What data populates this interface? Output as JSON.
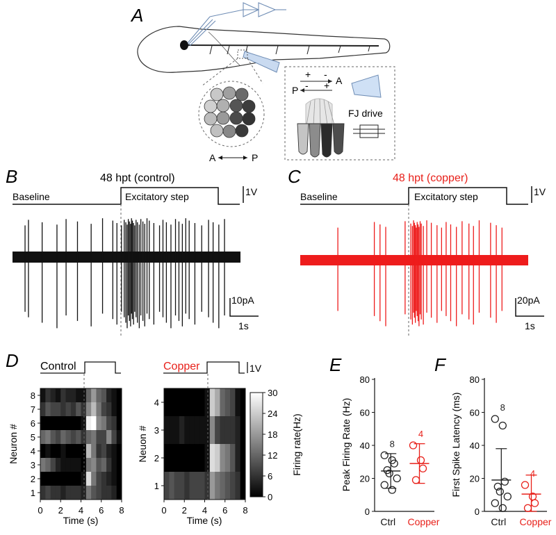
{
  "panels": {
    "A": {
      "label": "A",
      "inset_axis_left": "A",
      "inset_axis_right": "P",
      "schematic_pa_top_left": "+",
      "schematic_pa_top_right": "-",
      "schematic_pa_a": "A",
      "schematic_pa_p": "P",
      "schematic_pa_bottom_left": "-",
      "schematic_pa_bottom_right": "+",
      "drive_label": "FJ drive"
    },
    "B": {
      "label": "B",
      "title": "48 hpt (control)",
      "baseline_label": "Baseline",
      "step_label": "Excitatory step",
      "voltage_scale": "1V",
      "current_scale": "10pA",
      "time_scale": "1s",
      "trace_color": "#111111",
      "spikes": [
        0.055,
        0.07,
        0.13,
        0.195,
        0.235,
        0.285,
        0.345,
        0.395,
        0.44,
        0.458,
        0.478,
        0.49,
        0.497,
        0.503,
        0.508,
        0.513,
        0.518,
        0.522,
        0.526,
        0.531,
        0.536,
        0.542,
        0.548,
        0.556,
        0.563,
        0.572,
        0.58,
        0.59,
        0.6,
        0.62,
        0.645,
        0.66,
        0.675,
        0.695,
        0.715,
        0.73,
        0.745,
        0.76,
        0.775,
        0.8,
        0.83,
        0.86,
        0.88,
        0.905,
        0.93
      ]
    },
    "C": {
      "label": "C",
      "title": "48 hpt (copper)",
      "title_color": "#e8201a",
      "baseline_label": "Baseline",
      "step_label": "Excitatory step",
      "voltage_scale": "1V",
      "current_scale": "20pA",
      "time_scale": "1s",
      "trace_color": "#ee1c1c",
      "spikes": [
        0.165,
        0.325,
        0.35,
        0.375,
        0.46,
        0.485,
        0.492,
        0.497,
        0.501,
        0.505,
        0.509,
        0.513,
        0.517,
        0.521,
        0.526,
        0.531,
        0.54,
        0.555,
        0.575,
        0.6,
        0.62,
        0.64,
        0.66,
        0.685,
        0.71,
        0.74,
        0.76,
        0.785,
        0.835,
        0.86,
        0.885
      ]
    },
    "D": {
      "label": "D",
      "control_label": "Control",
      "copper_label": "Copper",
      "copper_color": "#e8201a",
      "voltage_scale": "1V",
      "ylabel_control": "Neuron #",
      "ylabel_copper": "Neuon #",
      "xlabel": "Time (s)",
      "colorbar_label": "Firing rate(Hz)",
      "colorbar_ticks": [
        "30",
        "24",
        "18",
        "12",
        "6",
        "0"
      ],
      "x_ticks": [
        "0",
        "2",
        "4",
        "6",
        "8"
      ],
      "control_neuron_ticks": [
        "8",
        "7",
        "6",
        "5",
        "4",
        "3",
        "2",
        "1"
      ],
      "copper_neuron_ticks": [
        "4",
        "3",
        "2",
        "1"
      ]
    },
    "E": {
      "label": "E",
      "ylabel": "Peak Firing Rate (Hz)",
      "y_ticks": [
        "80",
        "60",
        "40",
        "20",
        "0"
      ],
      "categories": [
        "Ctrl",
        "Copper"
      ],
      "n_labels": [
        "8",
        "4"
      ]
    },
    "F": {
      "label": "F",
      "ylabel": "First Spike Latency (ms)",
      "y_ticks": [
        "80",
        "60",
        "40",
        "20",
        "0"
      ],
      "categories": [
        "Ctrl",
        "Copper"
      ],
      "n_labels": [
        "8",
        "4"
      ]
    }
  },
  "chart_data": [
    {
      "type": "heatmap",
      "title": "Control",
      "xlabel": "Time (s)",
      "ylabel": "Neuron #",
      "xlim": [
        0,
        8
      ],
      "colorbar_range": [
        0,
        30
      ],
      "colorbar_label": "Firing rate(Hz)",
      "bin_width_s": 0.5,
      "rows": [
        {
          "neuron": 8,
          "values": [
            2,
            6,
            4,
            2,
            6,
            4,
            4,
            2,
            2,
            12,
            18,
            12,
            10,
            4,
            2,
            0
          ]
        },
        {
          "neuron": 7,
          "values": [
            6,
            10,
            8,
            8,
            6,
            8,
            6,
            10,
            6,
            16,
            22,
            14,
            8,
            6,
            2,
            0
          ]
        },
        {
          "neuron": 6,
          "values": [
            0,
            0,
            0,
            0,
            0,
            0,
            0,
            0,
            2,
            28,
            30,
            16,
            14,
            8,
            6,
            0
          ]
        },
        {
          "neuron": 5,
          "values": [
            12,
            14,
            10,
            8,
            12,
            10,
            8,
            10,
            6,
            12,
            14,
            8,
            8,
            16,
            8,
            2
          ]
        },
        {
          "neuron": 4,
          "values": [
            0,
            2,
            0,
            0,
            2,
            0,
            0,
            0,
            0,
            22,
            14,
            6,
            8,
            4,
            2,
            0
          ]
        },
        {
          "neuron": 3,
          "values": [
            14,
            12,
            8,
            4,
            2,
            2,
            2,
            2,
            0,
            14,
            16,
            10,
            12,
            6,
            2,
            0
          ]
        },
        {
          "neuron": 2,
          "values": [
            0,
            0,
            0,
            0,
            0,
            0,
            0,
            0,
            2,
            26,
            14,
            8,
            6,
            4,
            2,
            0
          ]
        },
        {
          "neuron": 1,
          "values": [
            6,
            8,
            6,
            6,
            4,
            6,
            6,
            6,
            4,
            14,
            10,
            8,
            6,
            6,
            4,
            0
          ]
        }
      ]
    },
    {
      "type": "heatmap",
      "title": "Copper",
      "xlabel": "Time (s)",
      "ylabel": "Neuon #",
      "xlim": [
        0,
        8
      ],
      "colorbar_range": [
        0,
        30
      ],
      "colorbar_label": "Firing rate(Hz)",
      "bin_width_s": 0.5,
      "rows": [
        {
          "neuron": 4,
          "values": [
            0,
            0,
            0,
            0,
            0,
            0,
            0,
            0,
            2,
            24,
            20,
            12,
            10,
            8,
            2,
            0
          ]
        },
        {
          "neuron": 3,
          "values": [
            2,
            2,
            2,
            4,
            2,
            2,
            2,
            2,
            2,
            16,
            8,
            6,
            6,
            6,
            4,
            0
          ]
        },
        {
          "neuron": 2,
          "values": [
            0,
            0,
            0,
            0,
            0,
            0,
            0,
            0,
            2,
            26,
            24,
            16,
            14,
            10,
            4,
            0
          ]
        },
        {
          "neuron": 1,
          "values": [
            8,
            10,
            8,
            8,
            6,
            8,
            8,
            8,
            6,
            18,
            14,
            12,
            10,
            8,
            6,
            0
          ]
        }
      ]
    },
    {
      "type": "scatter",
      "ylabel": "Peak Firing Rate (Hz)",
      "categories": [
        "Ctrl",
        "Copper"
      ],
      "ylim": [
        0,
        80
      ],
      "series": [
        {
          "name": "Ctrl",
          "values": [
            34,
            31,
            29,
            25,
            23,
            20,
            16,
            13
          ],
          "mean": 24.5,
          "sd_low": 14,
          "sd_high": 35,
          "n": 8,
          "color": "#222222"
        },
        {
          "name": "Copper",
          "values": [
            40,
            31,
            26,
            19
          ],
          "mean": 29,
          "sd_low": 17,
          "sd_high": 41,
          "n": 4,
          "color": "#e8201a"
        }
      ]
    },
    {
      "type": "scatter",
      "ylabel": "First Spike Latency (ms)",
      "categories": [
        "Ctrl",
        "Copper"
      ],
      "ylim": [
        0,
        80
      ],
      "series": [
        {
          "name": "Ctrl",
          "values": [
            56,
            52,
            18,
            15,
            12,
            9,
            5,
            2
          ],
          "mean": 19,
          "sd_low": 0,
          "sd_high": 38,
          "n": 8,
          "color": "#222222"
        },
        {
          "name": "Copper",
          "values": [
            16,
            9,
            5,
            2
          ],
          "mean": 10.5,
          "sd_low": 0,
          "sd_high": 22,
          "n": 4,
          "color": "#e8201a"
        }
      ]
    }
  ]
}
